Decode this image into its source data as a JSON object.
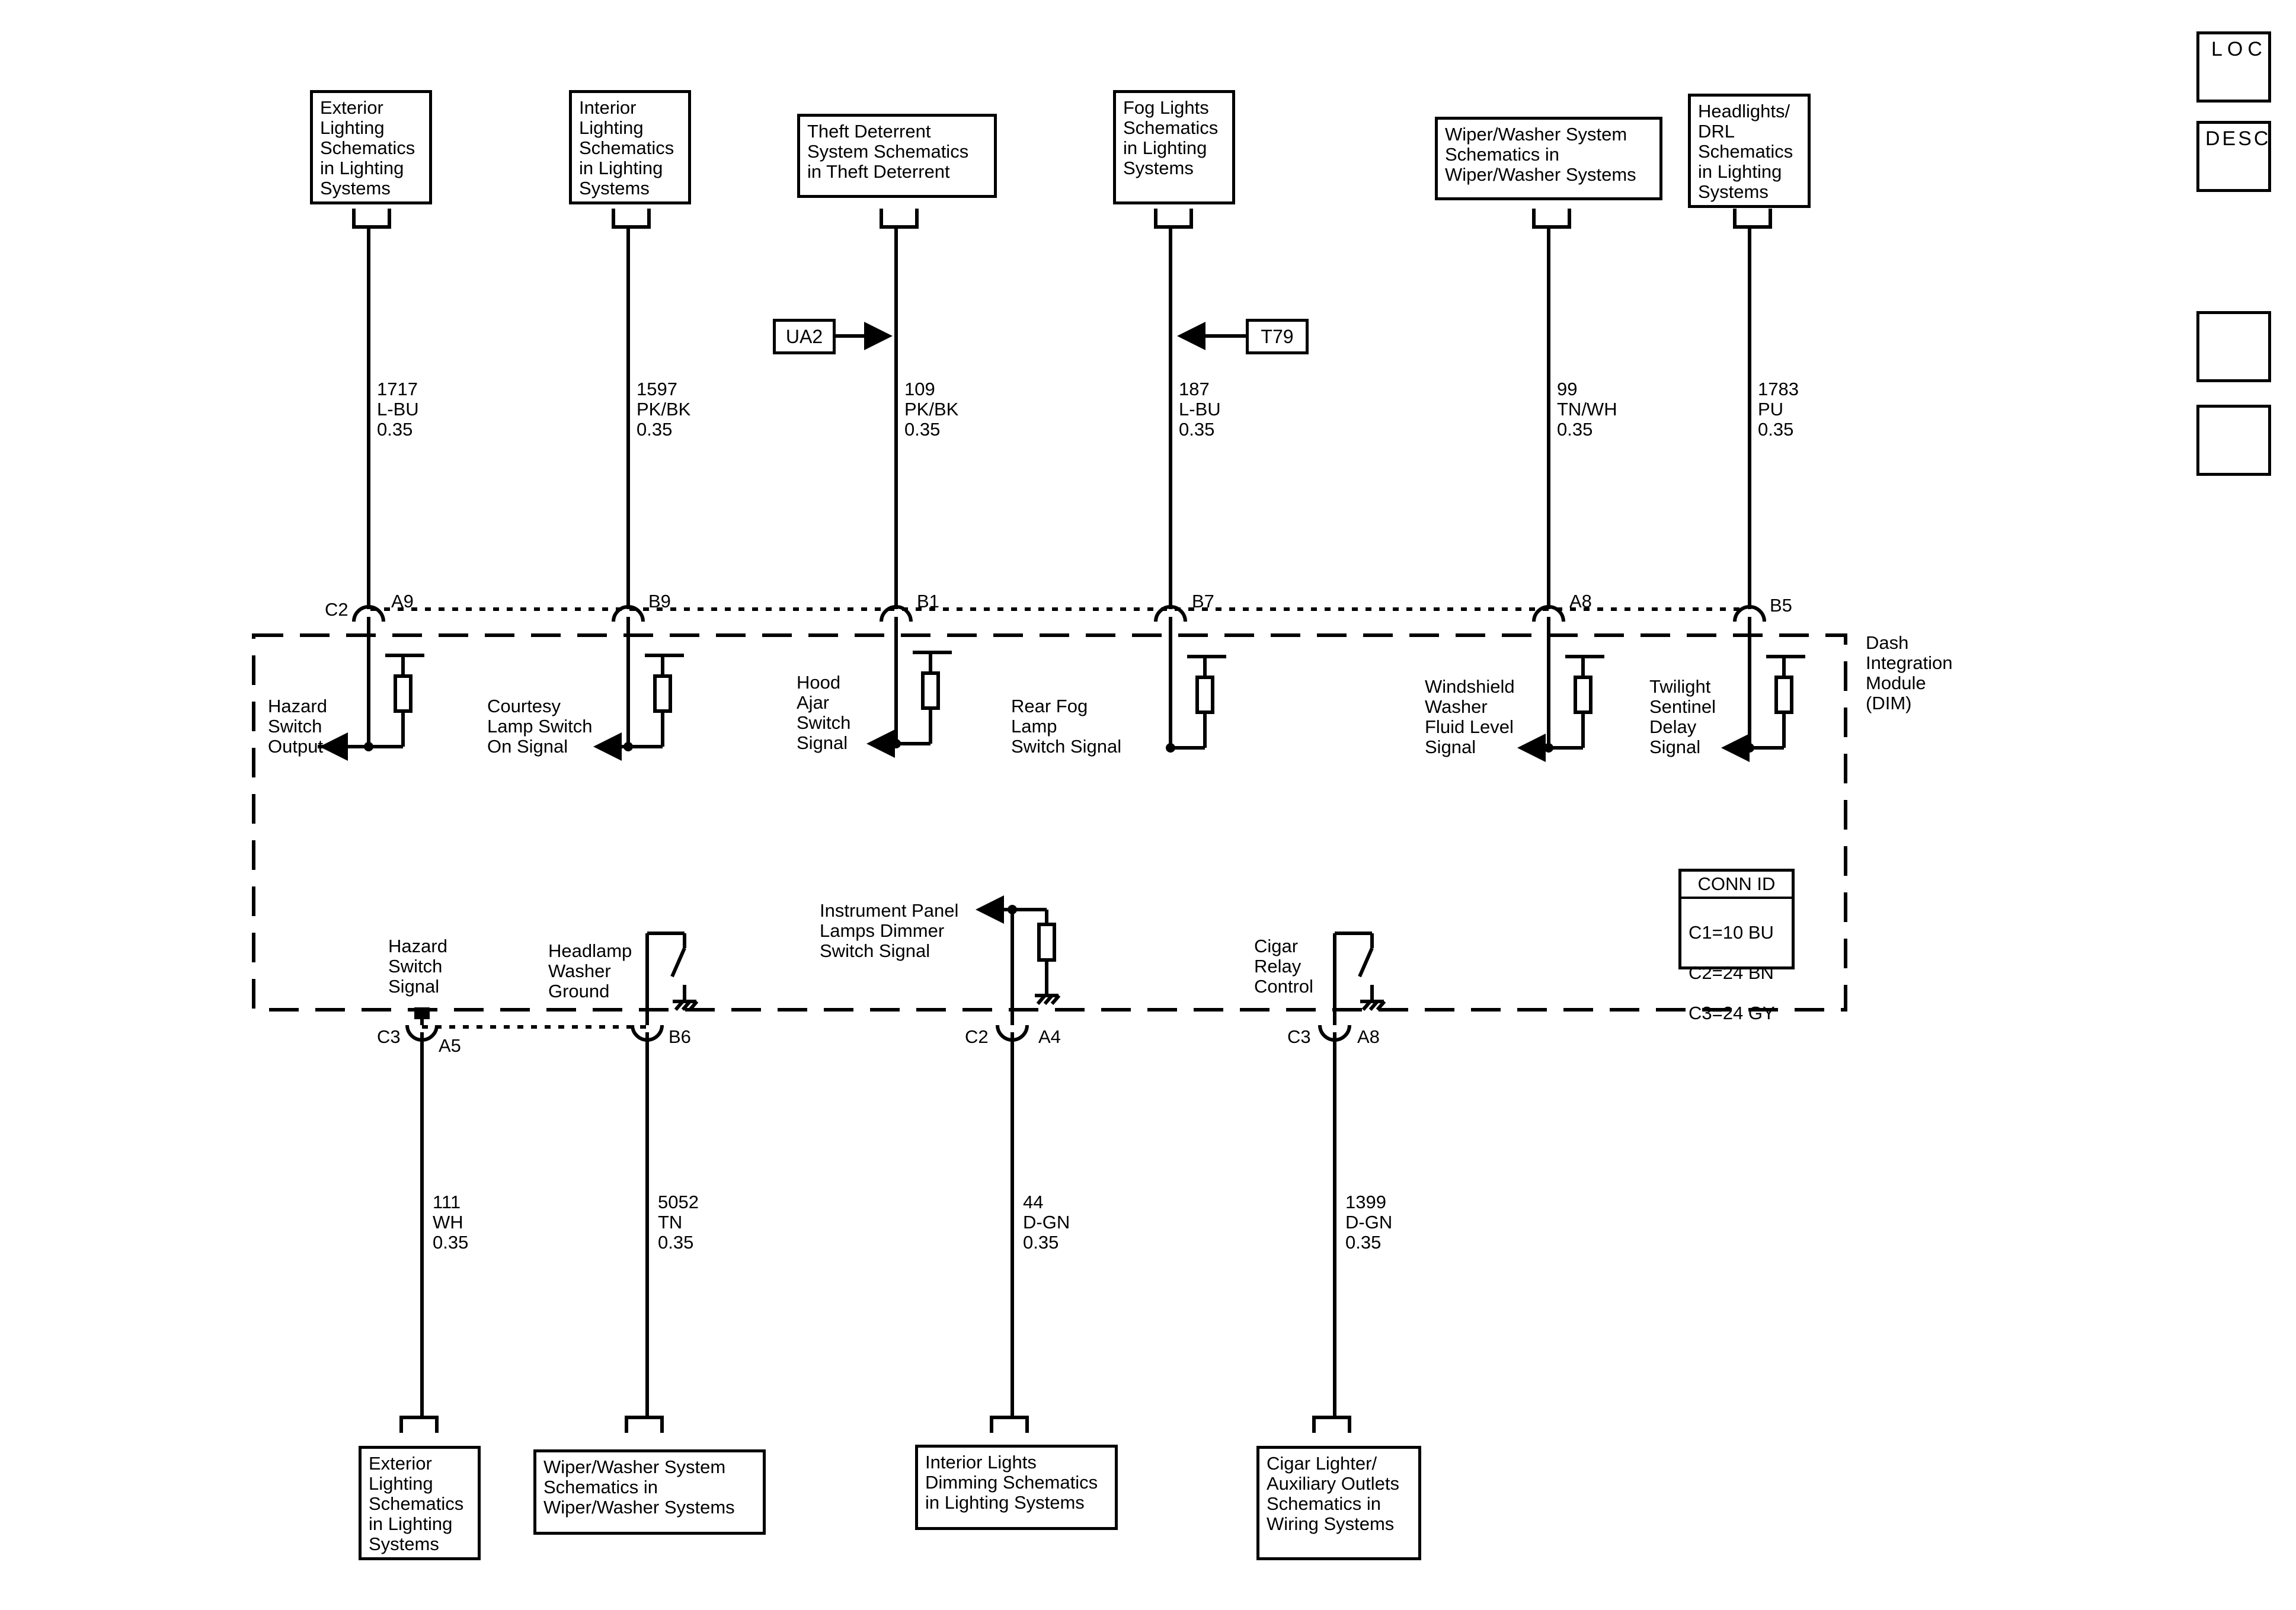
{
  "module": {
    "name": "Dash\nIntegration\nModule\n(DIM)"
  },
  "conn_id": {
    "title": "CONN ID",
    "items": [
      "C1=10 BU",
      "C2=24 BN",
      "C3=24 GY"
    ]
  },
  "nav": {
    "loc": "LOC",
    "desc": "DESC"
  },
  "top_refs": [
    {
      "text": "Exterior\nLighting\nSchematics\nin Lighting\nSystems"
    },
    {
      "text": "Interior\nLighting\nSchematics\nin Lighting\nSystems"
    },
    {
      "text": "Theft Deterrent\nSystem Schematics\nin Theft Deterrent"
    },
    {
      "text": "Fog Lights\nSchematics\nin Lighting\nSystems"
    },
    {
      "text": "Wiper/Washer System\nSchematics in\nWiper/Washer Systems"
    },
    {
      "text": "Headlights/\nDRL\nSchematics\nin Lighting\nSystems"
    }
  ],
  "top_wires": [
    {
      "wire": "1717\nL-BU\n0.35",
      "pin": "A9",
      "connector": "C2",
      "signal": "Hazard\nSwitch\nOutput"
    },
    {
      "wire": "1597\nPK/BK\n0.35",
      "pin": "B9",
      "connector": "",
      "signal": "Courtesy\nLamp Switch\nOn Signal"
    },
    {
      "wire": "109\nPK/BK\n0.35",
      "pin": "B1",
      "connector": "",
      "signal": "Hood\nAjar\nSwitch\nSignal"
    },
    {
      "wire": "187\nL-BU\n0.35",
      "pin": "B7",
      "connector": "",
      "signal": "Rear Fog\nLamp\nSwitch Signal"
    },
    {
      "wire": "99\nTN/WH\n0.35",
      "pin": "A8",
      "connector": "",
      "signal": "Windshield\nWasher\nFluid Level\nSignal"
    },
    {
      "wire": "1783\nPU\n0.35",
      "pin": "B5",
      "connector": "",
      "signal": "Twilight\nSentinel\nDelay\nSignal"
    }
  ],
  "options": {
    "ua2": "UA2",
    "t79": "T79"
  },
  "bottom_wires": [
    {
      "wire": "111\nWH\n0.35",
      "pin": "A5",
      "connector": "C3",
      "signal": "Hazard\nSwitch\nSignal"
    },
    {
      "wire": "5052\nTN\n0.35",
      "pin": "B6",
      "connector": "",
      "signal": "Headlamp\nWasher\nGround"
    },
    {
      "wire": "44\nD-GN\n0.35",
      "pin": "A4",
      "connector": "C2",
      "signal": "Instrument Panel\nLamps Dimmer\nSwitch Signal"
    },
    {
      "wire": "1399\nD-GN\n0.35",
      "pin": "A8",
      "connector": "C3",
      "signal": "Cigar\nRelay\nControl"
    }
  ],
  "bottom_refs": [
    {
      "text": "Exterior\nLighting\nSchematics\nin Lighting\nSystems"
    },
    {
      "text": "Wiper/Washer System\nSchematics in\nWiper/Washer Systems"
    },
    {
      "text": "Interior Lights\nDimming Schematics\nin Lighting Systems"
    },
    {
      "text": "Cigar Lighter/\nAuxiliary Outlets\nSchematics in\nWiring Systems"
    }
  ]
}
